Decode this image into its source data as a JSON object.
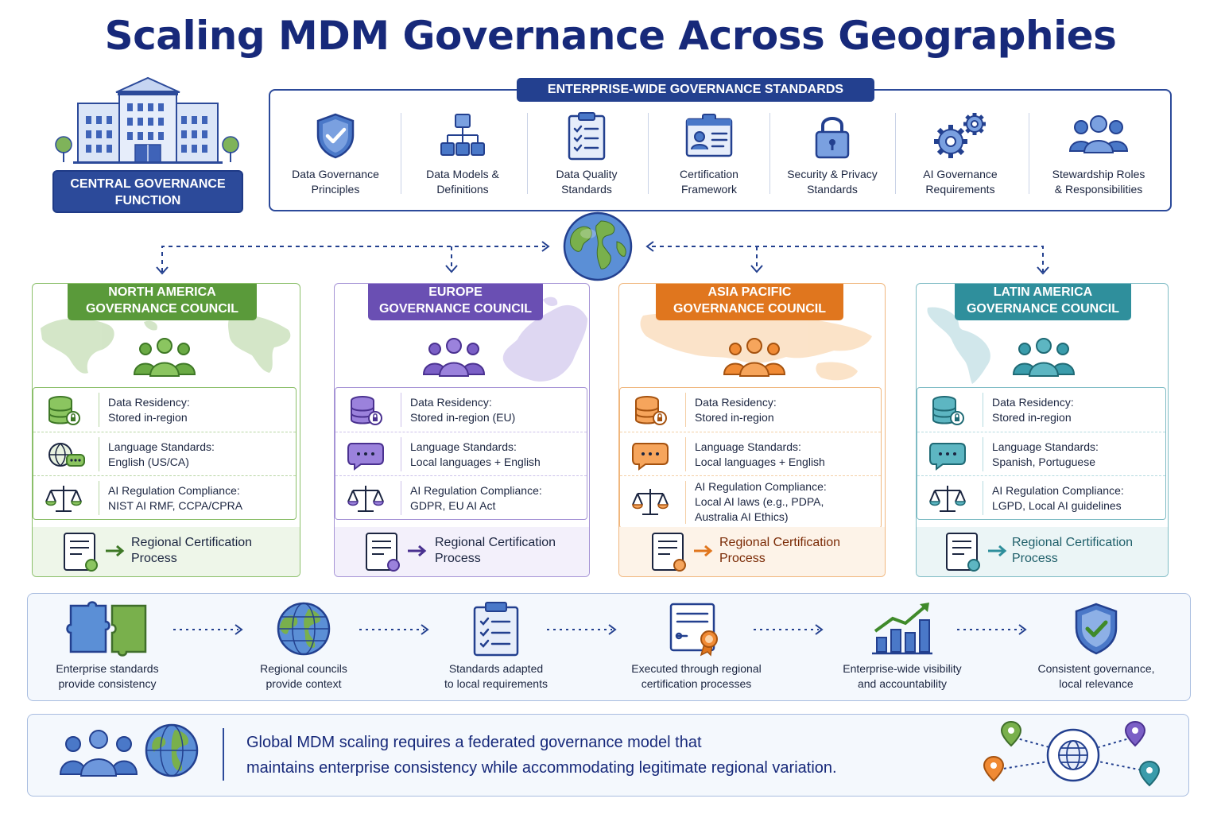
{
  "title": "Scaling MDM Governance Across Geographies",
  "central": {
    "label": "CENTRAL GOVERNANCE FUNCTION"
  },
  "standards": {
    "header": "ENTERPRISE-WIDE GOVERNANCE STANDARDS",
    "items": [
      {
        "icon": "shield-check-icon",
        "l1": "Data Governance",
        "l2": "Principles"
      },
      {
        "icon": "hierarchy-icon",
        "l1": "Data Models &",
        "l2": "Definitions"
      },
      {
        "icon": "checklist-clipboard-icon",
        "l1": "Data Quality",
        "l2": "Standards"
      },
      {
        "icon": "id-card-icon",
        "l1": "Certification",
        "l2": "Framework"
      },
      {
        "icon": "padlock-icon",
        "l1": "Security & Privacy",
        "l2": "Standards"
      },
      {
        "icon": "gears-icon",
        "l1": "AI Governance",
        "l2": "Requirements"
      },
      {
        "icon": "people-icon",
        "l1": "Stewardship Roles",
        "l2": "& Responsibilities"
      }
    ]
  },
  "regions": [
    {
      "key": "na",
      "name1": "NORTH AMERICA",
      "name2": "GOVERNANCE COUNCIL",
      "color": "#5a9a3a",
      "light": "#eef6e9",
      "rows": [
        {
          "icon": "database-lock-icon",
          "l1": "Data Residency:",
          "l2": "Stored in-region"
        },
        {
          "icon": "globe-chat-icon",
          "l1": "Language Standards:",
          "l2": "English (US/CA)"
        },
        {
          "icon": "scales-icon",
          "l1": "AI Regulation Compliance:",
          "l2": "NIST AI RMF, CCPA/CPRA"
        }
      ],
      "cert1": "Regional Certification",
      "cert2": "Process"
    },
    {
      "key": "eu",
      "name1": "EUROPE",
      "name2": "GOVERNANCE COUNCIL",
      "color": "#6a4fb3",
      "light": "#f3f0fb",
      "rows": [
        {
          "icon": "database-lock-icon",
          "l1": "Data Residency:",
          "l2": "Stored in-region (EU)"
        },
        {
          "icon": "chat-bubble-icon",
          "l1": "Language Standards:",
          "l2": "Local languages + English"
        },
        {
          "icon": "scales-icon",
          "l1": "AI Regulation Compliance:",
          "l2": "GDPR, EU AI Act"
        }
      ],
      "cert1": "Regional Certification",
      "cert2": "Process"
    },
    {
      "key": "ap",
      "name1": "ASIA PACIFIC",
      "name2": "GOVERNANCE COUNCIL",
      "color": "#e0761e",
      "light": "#fdf3e8",
      "rows": [
        {
          "icon": "database-lock-icon",
          "l1": "Data Residency:",
          "l2": "Stored in-region"
        },
        {
          "icon": "chat-bubble-icon",
          "l1": "Language Standards:",
          "l2": "Local languages + English"
        },
        {
          "icon": "scales-icon",
          "l1": "AI Regulation Compliance:",
          "l2": "Local AI laws (e.g., PDPA,",
          "l3": "Australia AI Ethics)"
        }
      ],
      "cert1": "Regional Certification",
      "cert2": "Process"
    },
    {
      "key": "la",
      "name1": "LATIN AMERICA",
      "name2": "GOVERNANCE COUNCIL",
      "color": "#2f8f9c",
      "light": "#ebf5f6",
      "rows": [
        {
          "icon": "database-lock-icon",
          "l1": "Data Residency:",
          "l2": "Stored in-region"
        },
        {
          "icon": "chat-bubble-icon",
          "l1": "Language Standards:",
          "l2": "Spanish, Portuguese"
        },
        {
          "icon": "scales-icon",
          "l1": "AI Regulation Compliance:",
          "l2": "LGPD, Local AI guidelines"
        }
      ],
      "cert1": "Regional Certification",
      "cert2": "Process"
    }
  ],
  "flow": [
    {
      "icon": "puzzle-icon",
      "l1": "Enterprise standards",
      "l2": "provide consistency"
    },
    {
      "icon": "globe-icon",
      "l1": "Regional councils",
      "l2": "provide context"
    },
    {
      "icon": "checklist-clipboard-icon",
      "l1": "Standards adapted",
      "l2": "to local requirements"
    },
    {
      "icon": "certificate-icon",
      "l1": "Executed through regional",
      "l2": "certification processes"
    },
    {
      "icon": "growth-chart-icon",
      "l1": "Enterprise-wide visibility",
      "l2": "and accountability"
    },
    {
      "icon": "shield-check-icon",
      "l1": "Consistent governance,",
      "l2": "local relevance"
    }
  ],
  "summary": {
    "line1": "Global MDM scaling requires a federated governance model that",
    "line2": "maintains enterprise consistency while accommodating legitimate regional variation."
  },
  "colors": {
    "navy": "#17297a",
    "blue": "#2c4a9a",
    "iconBlue": "#4a78c8"
  }
}
